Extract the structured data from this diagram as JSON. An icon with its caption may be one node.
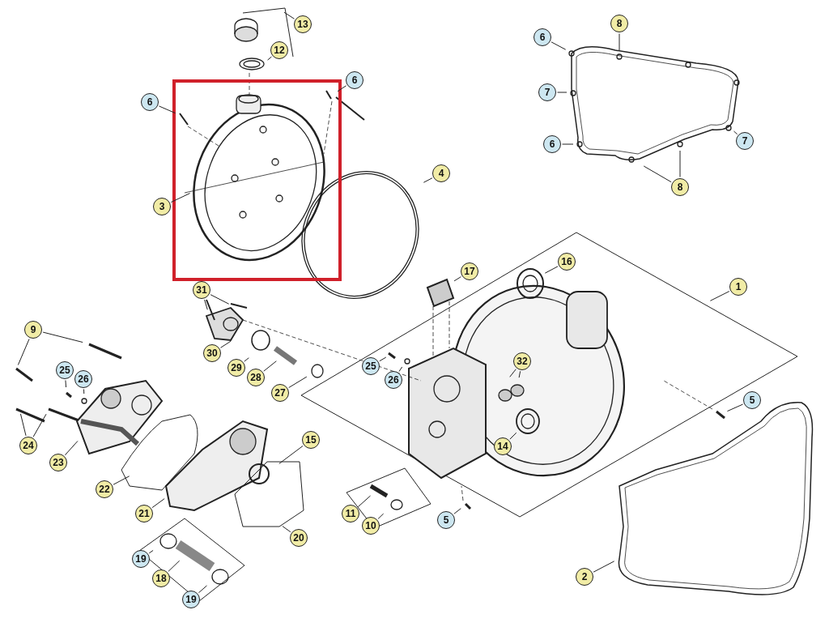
{
  "diagram": {
    "nodes": [
      {
        "text": [
          "13"
        ]
      },
      {
        "text": [
          "8"
        ]
      },
      {
        "text": [
          "6"
        ]
      },
      {
        "text": [
          "12"
        ]
      },
      {
        "text": [
          "6"
        ]
      },
      {
        "text": [
          "7"
        ]
      },
      {
        "text": [
          "6"
        ]
      },
      {
        "text": [
          "7"
        ]
      },
      {
        "text": [
          "6"
        ]
      },
      {
        "text": [
          "4"
        ]
      },
      {
        "text": [
          "8"
        ]
      },
      {
        "text": [
          "3"
        ]
      },
      {
        "text": [
          "16"
        ]
      },
      {
        "text": [
          "17"
        ]
      },
      {
        "text": [
          "1"
        ]
      },
      {
        "text": [
          "31"
        ]
      },
      {
        "text": [
          "9"
        ]
      },
      {
        "text": [
          "30"
        ]
      },
      {
        "text": [
          "32"
        ]
      },
      {
        "text": [
          "25"
        ]
      },
      {
        "text": [
          "29"
        ]
      },
      {
        "text": [
          "25"
        ]
      },
      {
        "text": [
          "28"
        ]
      },
      {
        "text": [
          "26"
        ]
      },
      {
        "text": [
          "26"
        ]
      },
      {
        "text": [
          "27"
        ]
      },
      {
        "text": [
          "5"
        ]
      },
      {
        "text": [
          "15"
        ]
      },
      {
        "text": [
          "14"
        ]
      },
      {
        "text": [
          "24"
        ]
      },
      {
        "text": [
          "23"
        ]
      },
      {
        "text": [
          "22"
        ]
      },
      {
        "text": [
          "21"
        ]
      },
      {
        "text": [
          "11"
        ]
      },
      {
        "text": [
          "5"
        ]
      },
      {
        "text": [
          "10"
        ]
      },
      {
        "text": [
          "20"
        ]
      },
      {
        "text": [
          "19"
        ]
      },
      {
        "text": [
          "2"
        ]
      },
      {
        "text": [
          "18"
        ]
      },
      {
        "text": [
          "19"
        ]
      }
    ],
    "edges": [
      {
        "from": 0,
        "to": null,
        "arrow": "none"
      },
      {
        "from": 1,
        "to": null,
        "arrow": "none"
      },
      {
        "from": 2,
        "to": null,
        "arrow": "none"
      },
      {
        "from": 3,
        "to": null,
        "arrow": "none"
      },
      {
        "from": 4,
        "to": null,
        "arrow": "none"
      },
      {
        "from": 5,
        "to": null,
        "arrow": "none"
      },
      {
        "from": 6,
        "to": null,
        "arrow": "none"
      },
      {
        "from": 7,
        "to": null,
        "arrow": "none"
      },
      {
        "from": 8,
        "to": null,
        "arrow": "none"
      },
      {
        "from": 9,
        "to": null,
        "arrow": "none"
      },
      {
        "from": 10,
        "to": null,
        "arrow": "none"
      },
      {
        "from": 10,
        "to": null,
        "arrow": "none"
      },
      {
        "from": 11,
        "to": null,
        "arrow": "none"
      },
      {
        "from": 12,
        "to": null,
        "arrow": "none"
      },
      {
        "from": 13,
        "to": null,
        "arrow": "none"
      },
      {
        "from": 14,
        "to": null,
        "arrow": "none"
      },
      {
        "from": 15,
        "to": null,
        "arrow": "none"
      },
      {
        "from": 15,
        "to": null,
        "arrow": "none"
      },
      {
        "from": 16,
        "to": null,
        "arrow": "none"
      },
      {
        "from": 16,
        "to": null,
        "arrow": "none"
      },
      {
        "from": 17,
        "to": null,
        "arrow": "none"
      },
      {
        "from": 18,
        "to": null,
        "arrow": "none"
      },
      {
        "from": 18,
        "to": null,
        "arrow": "none"
      },
      {
        "from": 19,
        "to": null,
        "arrow": "none"
      },
      {
        "from": 20,
        "to": null,
        "arrow": "none"
      },
      {
        "from": 21,
        "to": null,
        "arrow": "none"
      },
      {
        "from": 22,
        "to": null,
        "arrow": "none"
      },
      {
        "from": 23,
        "to": null,
        "arrow": "none"
      },
      {
        "from": 24,
        "to": null,
        "arrow": "none"
      },
      {
        "from": 25,
        "to": null,
        "arrow": "none"
      },
      {
        "from": 26,
        "to": null,
        "arrow": "none"
      },
      {
        "from": 27,
        "to": null,
        "arrow": "none"
      },
      {
        "from": 28,
        "to": null,
        "arrow": "none"
      },
      {
        "from": 29,
        "to": null,
        "arrow": "none"
      },
      {
        "from": 29,
        "to": null,
        "arrow": "none"
      },
      {
        "from": 30,
        "to": null,
        "arrow": "none"
      },
      {
        "from": 31,
        "to": null,
        "arrow": "none"
      },
      {
        "from": 32,
        "to": null,
        "arrow": "none"
      },
      {
        "from": 33,
        "to": null,
        "arrow": "none"
      },
      {
        "from": 34,
        "to": null,
        "arrow": "none"
      },
      {
        "from": 35,
        "to": null,
        "arrow": "none"
      },
      {
        "from": 36,
        "to": null,
        "arrow": "none"
      },
      {
        "from": 37,
        "to": null,
        "arrow": "none"
      },
      {
        "from": 38,
        "to": null,
        "arrow": "none"
      },
      {
        "from": 39,
        "to": null,
        "arrow": "none"
      },
      {
        "from": 40,
        "to": null,
        "arrow": "none"
      }
    ]
  }
}
